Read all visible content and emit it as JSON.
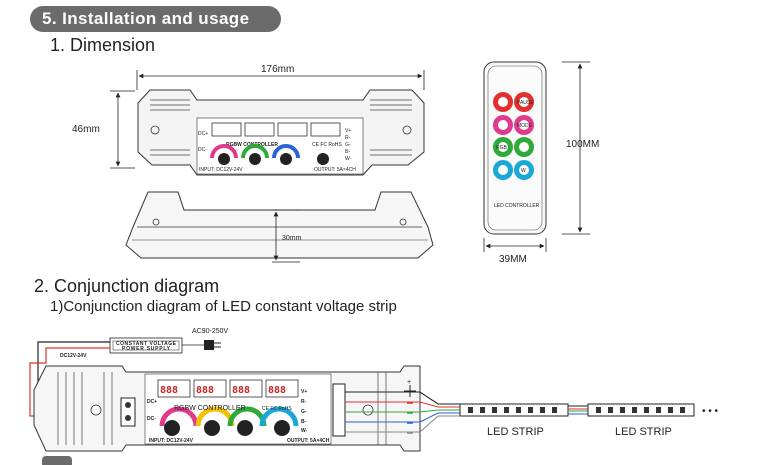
{
  "section": {
    "title": "5. Installation and usage"
  },
  "dimension": {
    "heading": "1. Dimension",
    "width_label": "176mm",
    "height_label": "46mm",
    "depth_label": "30mm",
    "remote_height_label": "100MM",
    "remote_width_label": "39MM"
  },
  "controller": {
    "title": "RGBW  CONTROLLER",
    "cert": "CE FC RoHS",
    "input_label": "INPUT: DC12V-24V",
    "output_label": "OUTPUT: 5A×4CH",
    "dc_plus": "DC+",
    "dc_minus": "DC-",
    "pins": [
      "V+",
      "R-",
      "G-",
      "B-",
      "W-"
    ],
    "display": [
      "888",
      "888",
      "888",
      "888"
    ]
  },
  "remote": {
    "brand": "LED CONTROLLER",
    "buttons": [
      "PAUSE",
      "MODE",
      "RGB",
      "W"
    ]
  },
  "conjunction": {
    "heading": "2. Conjunction diagram",
    "subheading": "1)Conjunction diagram of LED constant voltage strip",
    "power_supply_label": "CONSTANT VOLTAGE POWER SUPPLY",
    "ac_label": "AC90-250V",
    "dc_label": "DC12V-24V",
    "plus_sign": "+",
    "minus_sign": "−",
    "strip_label_1": "LED STRIP",
    "strip_label_2": "LED STRIP",
    "ellipsis": "• • •"
  },
  "colors": {
    "banner": "#6b6b6b",
    "red": "#e0312f",
    "green": "#2eaa3a",
    "blue": "#2a62d8",
    "magenta": "#e03a8c",
    "yellow": "#f2c200",
    "cyan": "#1aa8d8",
    "display_red": "#cc2222"
  }
}
